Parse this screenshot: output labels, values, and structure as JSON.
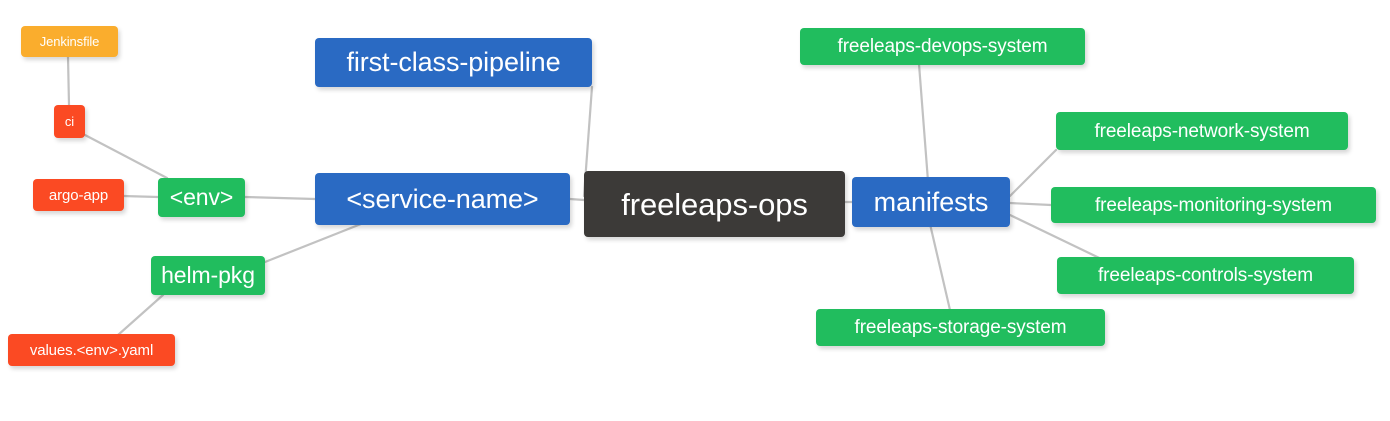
{
  "diagram": {
    "type": "mindmap",
    "root": "freeleaps-ops",
    "background_color": "#ffffff",
    "edge_color": "#c0c0c0",
    "palette": {
      "root": "#3c3a38",
      "blue": "#2a6ac3",
      "green": "#21bd5e",
      "orange": "#faad2d",
      "red": "#fb4a23",
      "text": "#ffffff"
    }
  },
  "nodes": {
    "root": {
      "label": "freeleaps-ops",
      "color": "#3c3a38"
    },
    "first_class_pipeline": {
      "label": "first-class-pipeline",
      "color": "#2a6ac3"
    },
    "service_name": {
      "label": "<service-name>",
      "color": "#2a6ac3"
    },
    "manifests": {
      "label": "manifests",
      "color": "#2a6ac3"
    },
    "env": {
      "label": "<env>",
      "color": "#21bd5e"
    },
    "helm_pkg": {
      "label": "helm-pkg",
      "color": "#21bd5e"
    },
    "jenkinsfile": {
      "label": "Jenkinsfile",
      "color": "#faad2d"
    },
    "ci": {
      "label": "ci",
      "color": "#fb4a23"
    },
    "argo_app": {
      "label": "argo-app",
      "color": "#fb4a23"
    },
    "values_yaml": {
      "label": "values.<env>.yaml",
      "color": "#fb4a23"
    },
    "devops_system": {
      "label": "freeleaps-devops-system",
      "color": "#21bd5e"
    },
    "network_system": {
      "label": "freeleaps-network-system",
      "color": "#21bd5e"
    },
    "monitoring_system": {
      "label": "freeleaps-monitoring-system",
      "color": "#21bd5e"
    },
    "controls_system": {
      "label": "freeleaps-controls-system",
      "color": "#21bd5e"
    },
    "storage_system": {
      "label": "freeleaps-storage-system",
      "color": "#21bd5e"
    }
  },
  "edges": [
    {
      "from": "root",
      "to": "first_class_pipeline"
    },
    {
      "from": "root",
      "to": "service_name"
    },
    {
      "from": "root",
      "to": "manifests"
    },
    {
      "from": "service_name",
      "to": "env"
    },
    {
      "from": "service_name",
      "to": "helm_pkg"
    },
    {
      "from": "env",
      "to": "ci"
    },
    {
      "from": "env",
      "to": "argo_app"
    },
    {
      "from": "ci",
      "to": "jenkinsfile"
    },
    {
      "from": "helm_pkg",
      "to": "values_yaml"
    },
    {
      "from": "manifests",
      "to": "devops_system"
    },
    {
      "from": "manifests",
      "to": "network_system"
    },
    {
      "from": "manifests",
      "to": "monitoring_system"
    },
    {
      "from": "manifests",
      "to": "controls_system"
    },
    {
      "from": "manifests",
      "to": "storage_system"
    }
  ]
}
